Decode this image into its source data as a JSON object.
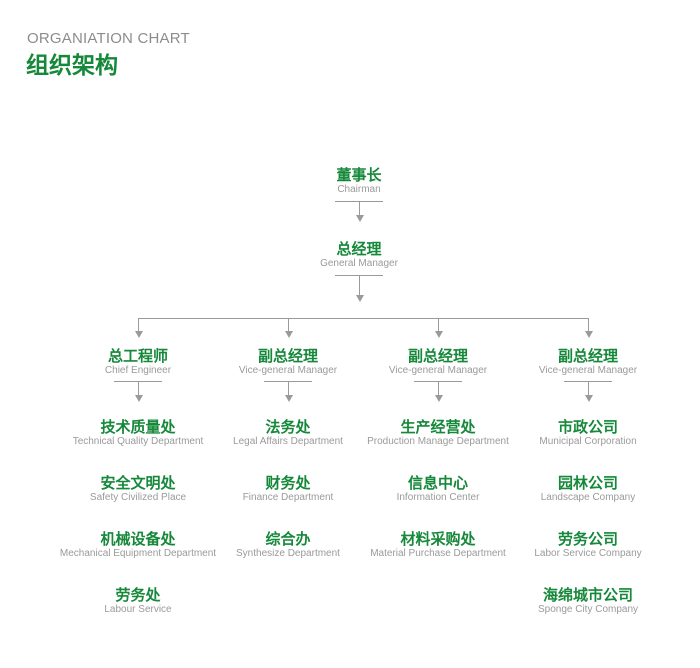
{
  "header": {
    "title_en": "ORGANIATION CHART",
    "title_cn": "组织架构"
  },
  "colors": {
    "accent": "#16883a",
    "muted": "#9a9a9a"
  },
  "top": [
    {
      "cn": "董事长",
      "en": "Chairman"
    },
    {
      "cn": "总经理",
      "en": "General Manager"
    }
  ],
  "columns": [
    {
      "head": {
        "cn": "总工程师",
        "en": "Chief Engineer"
      },
      "items": [
        {
          "cn": "技术质量处",
          "en": "Technical Quality Department"
        },
        {
          "cn": "安全文明处",
          "en": "Safety Civilized Place"
        },
        {
          "cn": "机械设备处",
          "en": "Mechanical Equipment  Department"
        },
        {
          "cn": "劳务处",
          "en": "Labour Service"
        }
      ]
    },
    {
      "head": {
        "cn": "副总经理",
        "en": "Vice-general Manager"
      },
      "items": [
        {
          "cn": "法务处",
          "en": "Legal Affairs Department"
        },
        {
          "cn": "财务处",
          "en": "Finance Department"
        },
        {
          "cn": "综合办",
          "en": "Synthesize  Department"
        }
      ]
    },
    {
      "head": {
        "cn": "副总经理",
        "en": "Vice-general Manager"
      },
      "items": [
        {
          "cn": "生产经营处",
          "en": "Production Manage Department"
        },
        {
          "cn": "信息中心",
          "en": "Information Center"
        },
        {
          "cn": "材料采购处",
          "en": "Material Purchase  Department"
        }
      ]
    },
    {
      "head": {
        "cn": "副总经理",
        "en": "Vice-general Manager"
      },
      "items": [
        {
          "cn": "市政公司",
          "en": "Municipal Corporation"
        },
        {
          "cn": "园林公司",
          "en": "Landscape Company"
        },
        {
          "cn": "劳务公司",
          "en": "Labor Service Company"
        },
        {
          "cn": "海绵城市公司",
          "en": "Sponge City Company"
        }
      ]
    }
  ]
}
